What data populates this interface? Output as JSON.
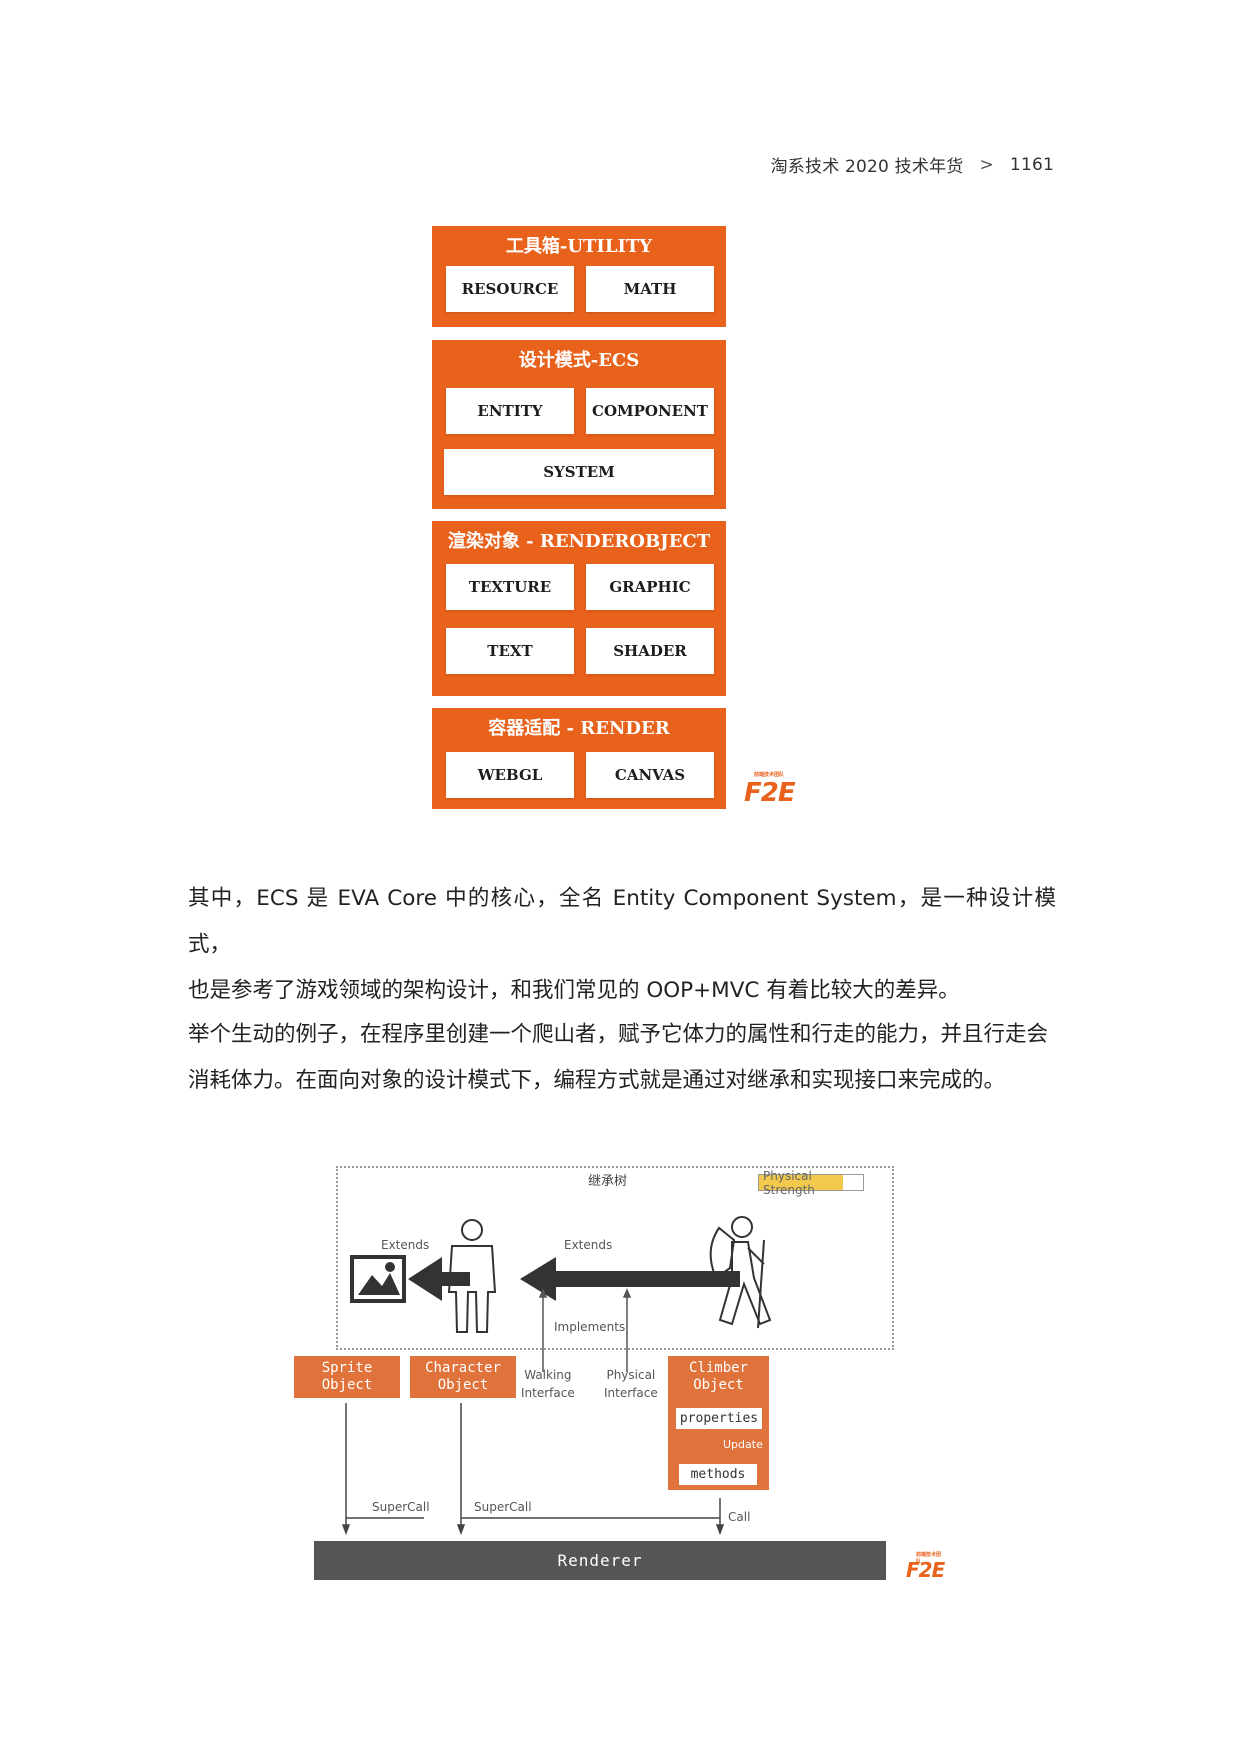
{
  "header": {
    "book_title": "淘系技术 2020 技术年货",
    "separator": ">",
    "page_number": "1161"
  },
  "architecture_diagram": {
    "utility": {
      "title": "工具箱-UTILITY",
      "items": [
        "RESOURCE",
        "MATH"
      ]
    },
    "ecs": {
      "title": "设计模式-ECS",
      "items": [
        "ENTITY",
        "COMPONENT",
        "SYSTEM"
      ]
    },
    "renderobject": {
      "title": "渲染对象 - RENDEROBJECT",
      "items": [
        "TEXTURE",
        "GRAPHIC",
        "TEXT",
        "SHADER"
      ]
    },
    "render": {
      "title": "容器适配 - RENDER",
      "items": [
        "WEBGL",
        "CANVAS"
      ]
    },
    "logo": "F2E",
    "logo_sub": "前端技术团队",
    "accent_color": "#e8621c"
  },
  "paragraphs": {
    "p1_line1": "其中，ECS 是 EVA Core 中的核心，全名 Entity Component System，是一种设计模式，",
    "p1_line2": "也是参考了游戏领域的架构设计，和我们常见的 OOP+MVC 有着比较大的差异。",
    "p2_line1": "举个生动的例子，在程序里创建一个爬山者，赋予它体力的属性和行走的能力，并且行走会",
    "p2_line2": "消耗体力。在面向对象的设计模式下，编程方式就是通过对继承和实现接口来完成的。"
  },
  "inheritance_diagram": {
    "title": "继承树",
    "physical_strength_tag": "Physical Strength",
    "extends_1": "Extends",
    "extends_2": "Extends",
    "implements": "Implements",
    "sprite_object": [
      "Sprite",
      "Object"
    ],
    "character_object": [
      "Character",
      "Object"
    ],
    "walking_interface": [
      "Walking",
      "Interface"
    ],
    "physical_interface": [
      "Physical",
      "Interface"
    ],
    "climber_object": [
      "Climber",
      "Object"
    ],
    "properties": "properties",
    "update": "Update",
    "methods": "methods",
    "supercall_1": "SuperCall",
    "supercall_2": "SuperCall",
    "call": "Call",
    "renderer": "Renderer",
    "logo": "F2E",
    "logo_sub": "前端技术团队",
    "icons": [
      "image-icon",
      "person-icon",
      "hiker-icon"
    ]
  }
}
